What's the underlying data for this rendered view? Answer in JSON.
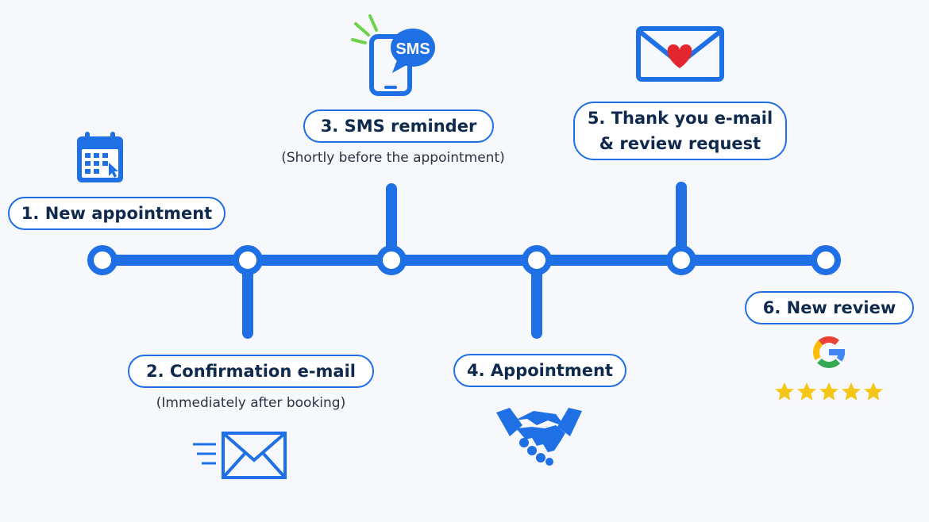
{
  "steps": [
    {
      "label": "1.  New appointment"
    },
    {
      "label": "2. Confirmation e-mail",
      "note": "(Immediately after booking)"
    },
    {
      "label": "3. SMS reminder",
      "note": "(Shortly before the appointment)"
    },
    {
      "label": "4. Appointment"
    },
    {
      "line1": "5. Thank you e-mail",
      "line2": "& review request"
    },
    {
      "label": "6. New review"
    }
  ],
  "icons": {
    "sms_text": "SMS",
    "google_letter": "G"
  },
  "colors": {
    "primary_blue": "#1f6fe5",
    "text_dark": "#0f2a4d",
    "heart_red": "#e3262f",
    "star_gold": "#f5c518",
    "sms_burst_green": "#6ed34a"
  }
}
